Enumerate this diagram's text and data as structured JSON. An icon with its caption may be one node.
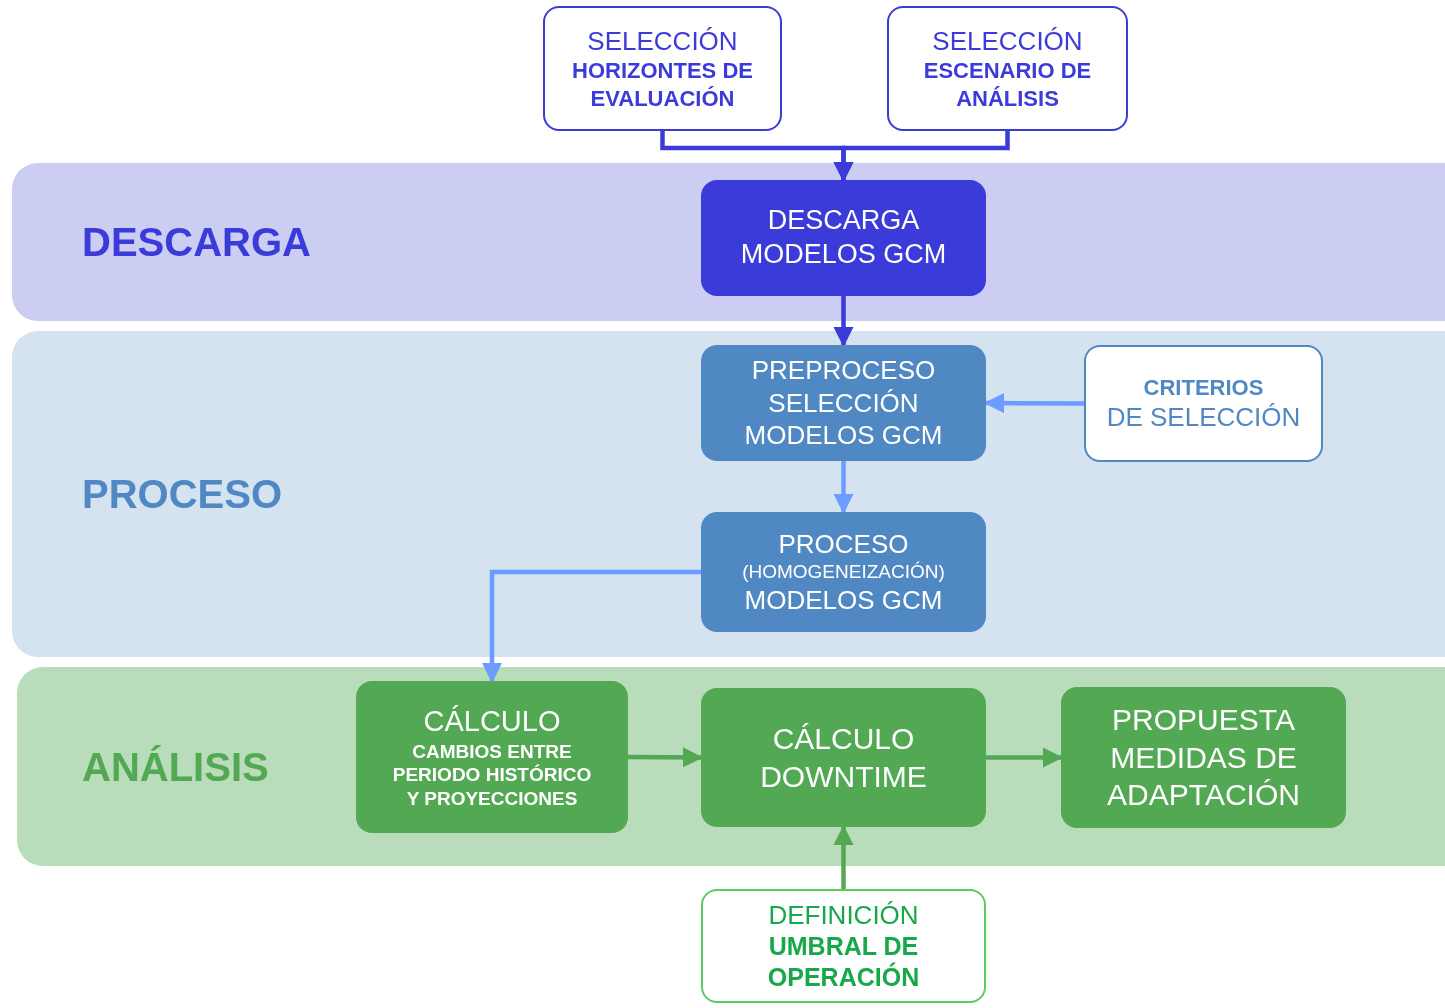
{
  "diagram": {
    "nodes": [
      {
        "text": [
          "SELECCIÓN",
          "HORIZONTES DE EVALUACIÓN"
        ]
      },
      {
        "text": [
          "SELECCIÓN",
          "ESCENARIO DE ANÁLISIS"
        ]
      },
      {
        "text": [
          "DESCARGA"
        ]
      },
      {
        "text": [
          "DESCARGA MODELOS GCM"
        ],
        "in": 2
      },
      {
        "text": [
          "PROCESO"
        ]
      },
      {
        "text": [
          "PREPROCESO SELECCIÓN MODELOS GCM"
        ],
        "in": 4
      },
      {
        "text": [
          "CRITERIOS",
          "DE SELECCIÓN"
        ],
        "in": 4
      },
      {
        "text": [
          "PROCESO",
          "(HOMOGENEIZACIÓN)",
          "MODELOS GCM"
        ],
        "in": 4
      },
      {
        "text": [
          "ANÁLISIS"
        ]
      },
      {
        "text": [
          "CÁLCULO",
          "CAMBIOS ENTRE PERIODO HISTÓRICO Y PROYECCIONES"
        ],
        "in": 8
      },
      {
        "text": [
          "CÁLCULO DOWNTIME"
        ],
        "in": 8
      },
      {
        "text": [
          "PROPUESTA MEDIDAS DE ADAPTACIÓN"
        ],
        "in": 8
      },
      {
        "text": [
          "DEFINICIÓN",
          "UMBRAL DE OPERACIÓN"
        ]
      }
    ],
    "edges": [
      {
        "from": 0,
        "to": 3,
        "arrow": "to",
        "color": "#3b3bd9"
      },
      {
        "from": 1,
        "to": 3,
        "arrow": "to",
        "color": "#3b3bd9"
      },
      {
        "from": 3,
        "to": 5,
        "arrow": "to",
        "color": "#3b3bd9"
      },
      {
        "from": 6,
        "to": 5,
        "arrow": "to",
        "color": "#6c9cff"
      },
      {
        "from": 5,
        "to": 7,
        "arrow": "to",
        "color": "#6c9cff"
      },
      {
        "from": 7,
        "to": 9,
        "arrow": "to",
        "color": "#6c9cff"
      },
      {
        "from": 9,
        "to": 10,
        "arrow": "to",
        "color": "#53a853"
      },
      {
        "from": 10,
        "to": 11,
        "arrow": "to",
        "color": "#53a853"
      },
      {
        "from": 12,
        "to": 10,
        "arrow": "to",
        "color": "#53a853"
      }
    ]
  }
}
